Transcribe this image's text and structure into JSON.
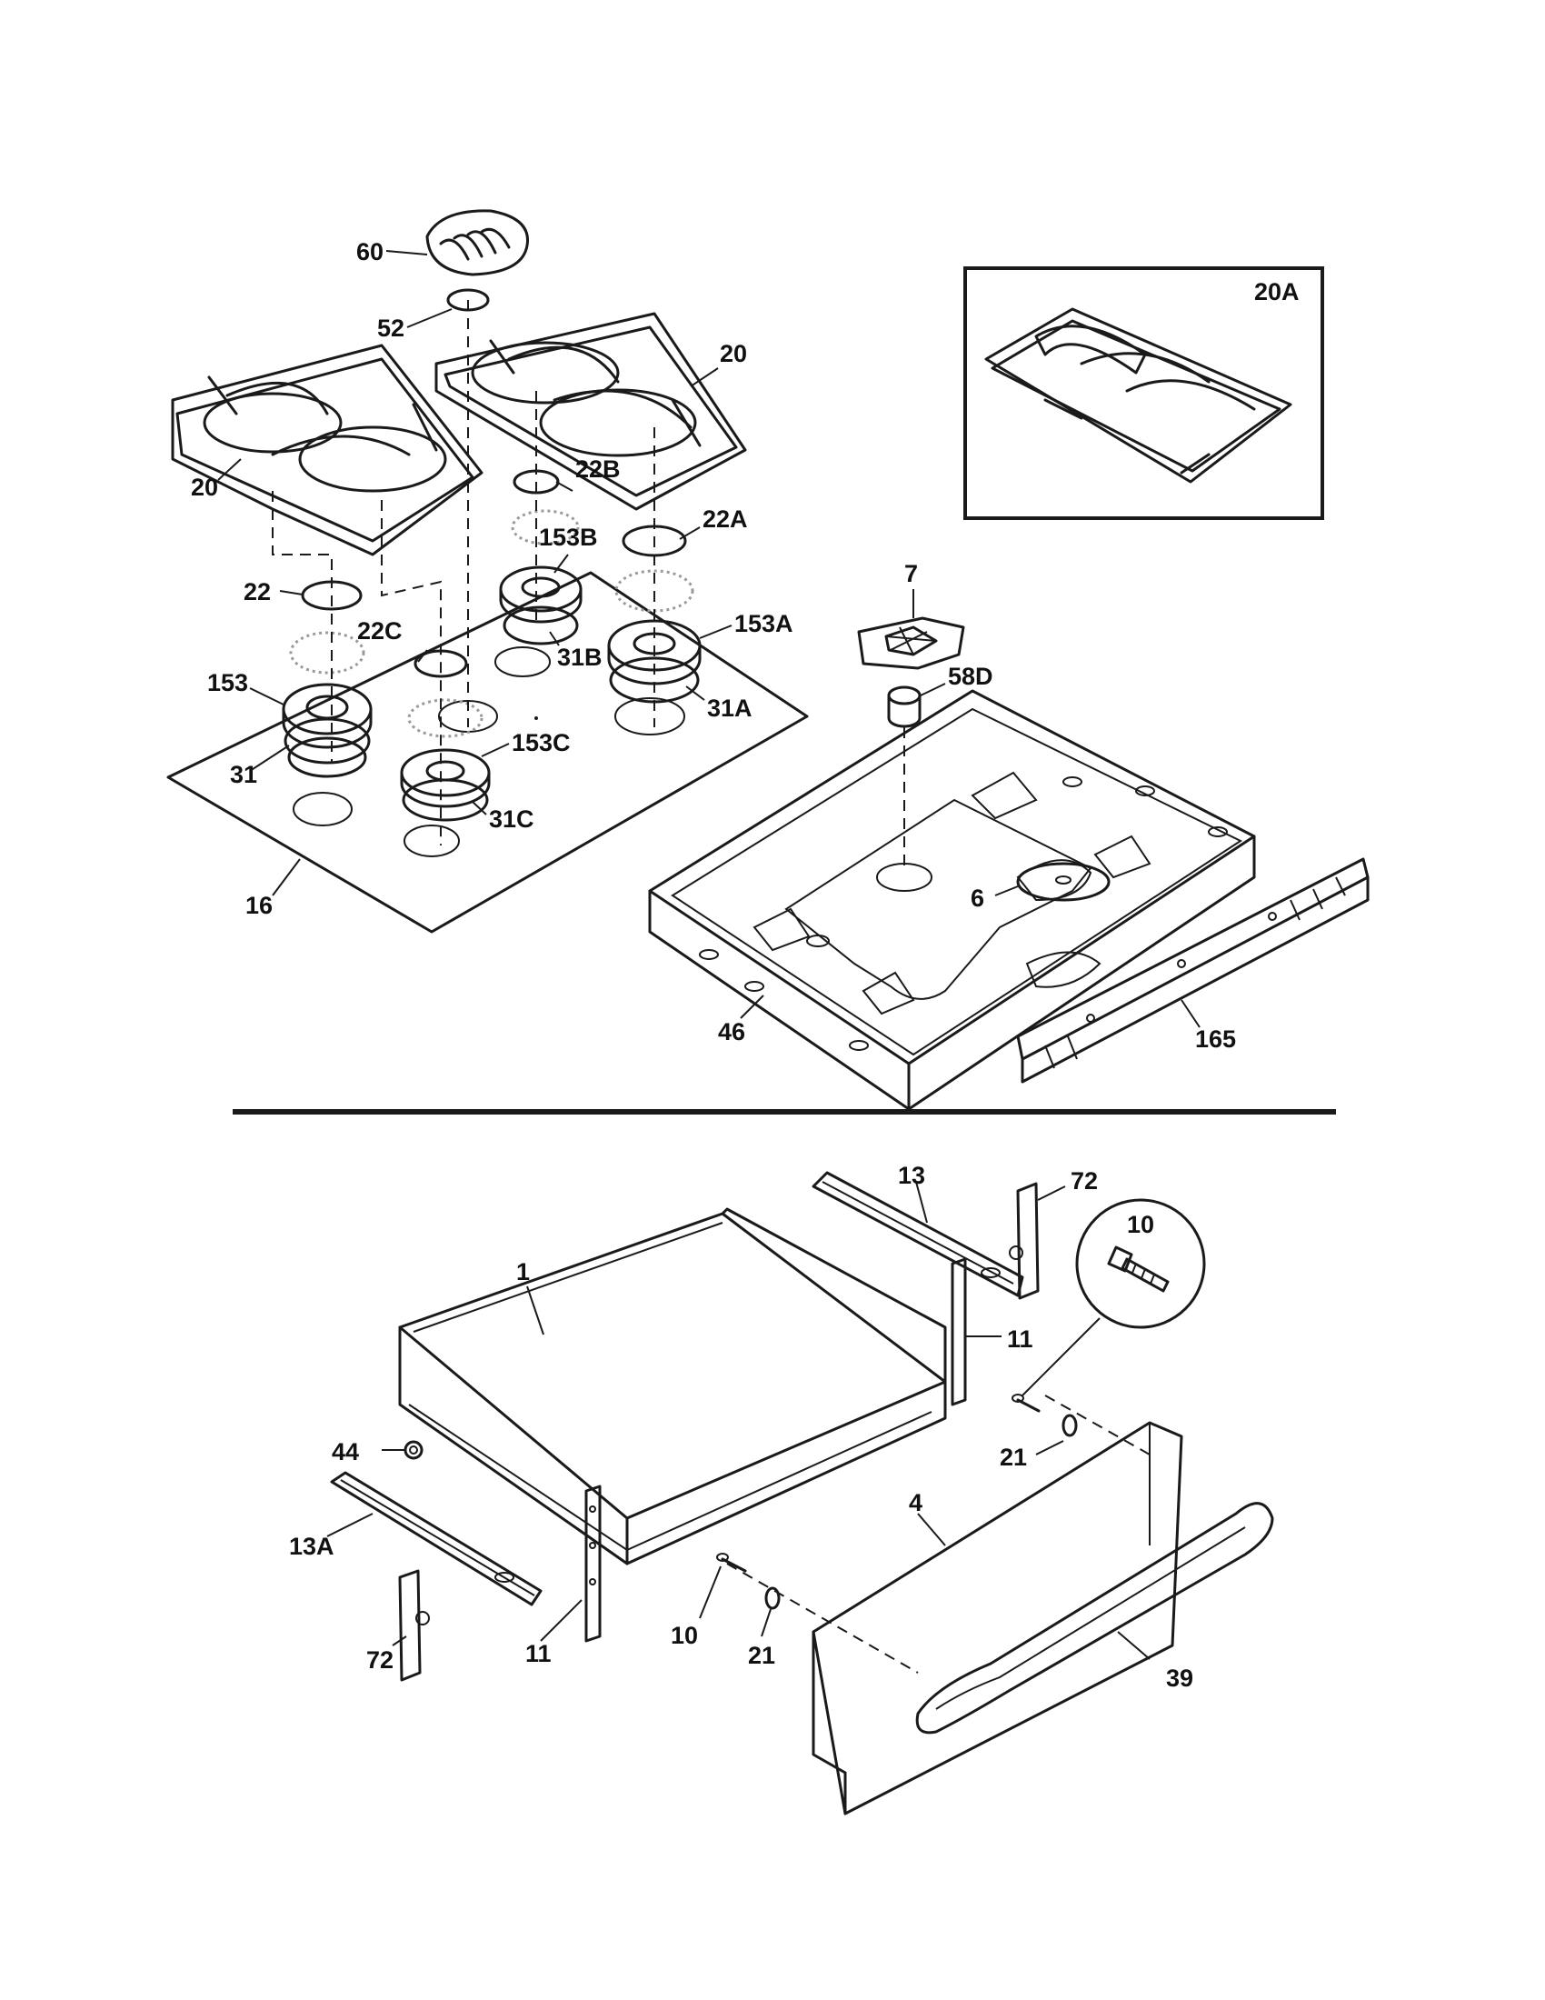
{
  "labels": {
    "p60": "60",
    "p52": "52",
    "p20_left": "20",
    "p20_right": "20",
    "p20A": "20A",
    "p22": "22",
    "p22A": "22A",
    "p22B": "22B",
    "p22C": "22C",
    "p153": "153",
    "p153A": "153A",
    "p153B": "153B",
    "p153C": "153C",
    "p31": "31",
    "p31A": "31A",
    "p31B": "31B",
    "p31C": "31C",
    "p16": "16",
    "p7": "7",
    "p58D": "58D",
    "p6": "6",
    "p46": "46",
    "p165": "165",
    "p13": "13",
    "p72_top": "72",
    "p10_inset": "10",
    "p1": "1",
    "p11_right": "11",
    "p44": "44",
    "p21_right": "21",
    "p13A": "13A",
    "p4": "4",
    "p72_bottom": "72",
    "p11_left": "11",
    "p10": "10",
    "p21_bottom": "21",
    "p39": "39"
  }
}
